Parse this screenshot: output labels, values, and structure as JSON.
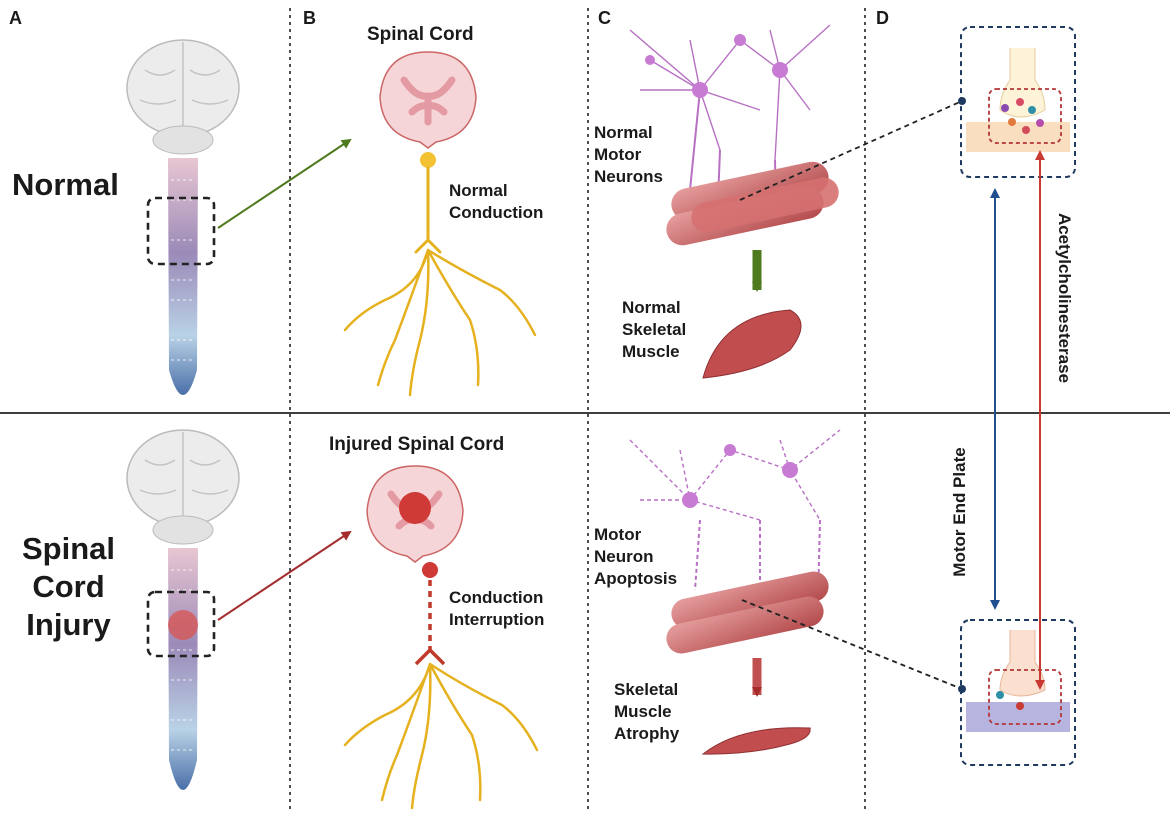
{
  "panels": {
    "a": "A",
    "b": "B",
    "c": "C",
    "d": "D"
  },
  "rows": {
    "normal": "Normal",
    "injury_lines": [
      "Spinal",
      "Cord",
      "Injury"
    ]
  },
  "panel_b": {
    "normal_title": "Spinal Cord",
    "normal_conduction": [
      "Normal",
      "Conduction"
    ],
    "injured_title": "Injured Spinal Cord",
    "interruption": [
      "Conduction",
      "Interruption"
    ]
  },
  "panel_c": {
    "normal_neurons": [
      "Normal",
      "Motor",
      "Neurons"
    ],
    "normal_muscle": [
      "Normal",
      "Skeletal",
      "Muscle"
    ],
    "apoptosis": [
      "Motor",
      "Neuron",
      "Apoptosis"
    ],
    "atrophy": [
      "Skeletal",
      "Muscle",
      "Atrophy"
    ]
  },
  "panel_d": {
    "motor_end_plate": "Motor End Plate",
    "acetylcholinesterase": "Acetylcholinesterase"
  },
  "colors": {
    "normal_arrow": "#4f7a1e",
    "injury_arrow": "#a62c2c",
    "nerve": "#f2c233",
    "end_plate_arrow": "#1f4f8f",
    "ache_arrow": "#c83a32",
    "muscle": "#c65a5a",
    "neuron": "#b870c4"
  }
}
